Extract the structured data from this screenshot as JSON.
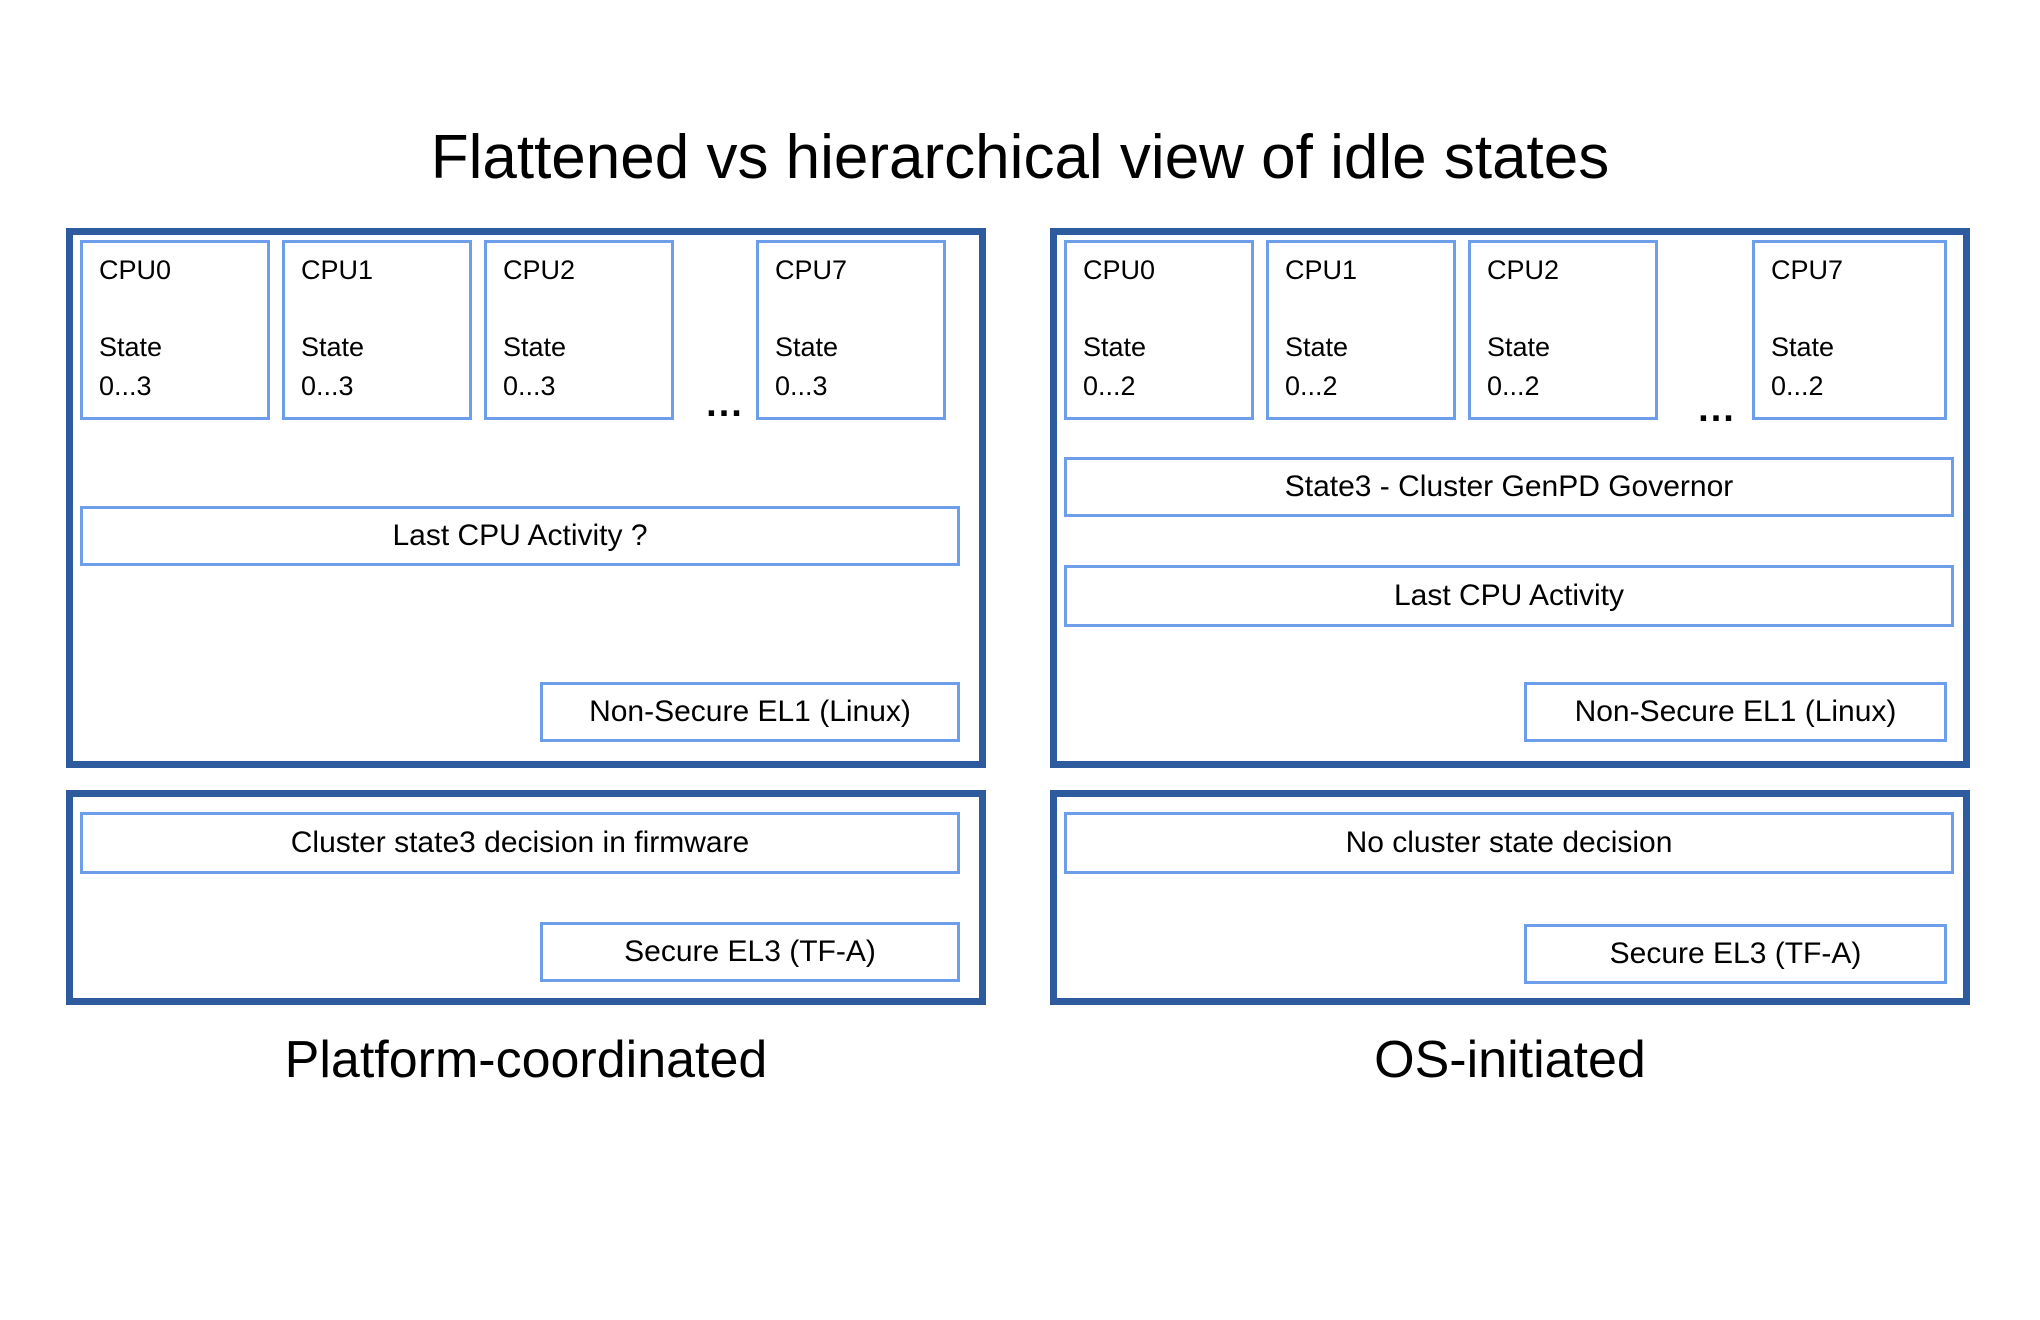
{
  "title": "Flattened vs hierarchical view of idle states",
  "colors": {
    "panel_border": "#2e5b9e",
    "box_border": "#6d9eeb",
    "text": "#000000",
    "background": "#ffffff"
  },
  "platform": {
    "caption": "Platform-coordinated",
    "ellipsis": "...",
    "cpus": [
      {
        "name": "CPU0",
        "state_label": "State",
        "state_range": "0...3"
      },
      {
        "name": "CPU1",
        "state_label": "State",
        "state_range": "0...3"
      },
      {
        "name": "CPU2",
        "state_label": "State",
        "state_range": "0...3"
      },
      {
        "name": "CPU7",
        "state_label": "State",
        "state_range": "0...3"
      }
    ],
    "activity_box": "Last CPU Activity ?",
    "el1_box": "Non-Secure EL1 (Linux)",
    "decision_box": "Cluster state3 decision in firmware",
    "el3_box": "Secure EL3 (TF-A)"
  },
  "os_initiated": {
    "caption": "OS-initiated",
    "ellipsis": "...",
    "cpus": [
      {
        "name": "CPU0",
        "state_label": "State",
        "state_range": "0...2"
      },
      {
        "name": "CPU1",
        "state_label": "State",
        "state_range": "0...2"
      },
      {
        "name": "CPU2",
        "state_label": "State",
        "state_range": "0...2"
      },
      {
        "name": "CPU7",
        "state_label": "State",
        "state_range": "0...2"
      }
    ],
    "governor_box": "State3 - Cluster GenPD Governor",
    "activity_box": "Last CPU Activity",
    "el1_box": "Non-Secure EL1 (Linux)",
    "decision_box": "No cluster state decision",
    "el3_box": "Secure EL3 (TF-A)"
  }
}
